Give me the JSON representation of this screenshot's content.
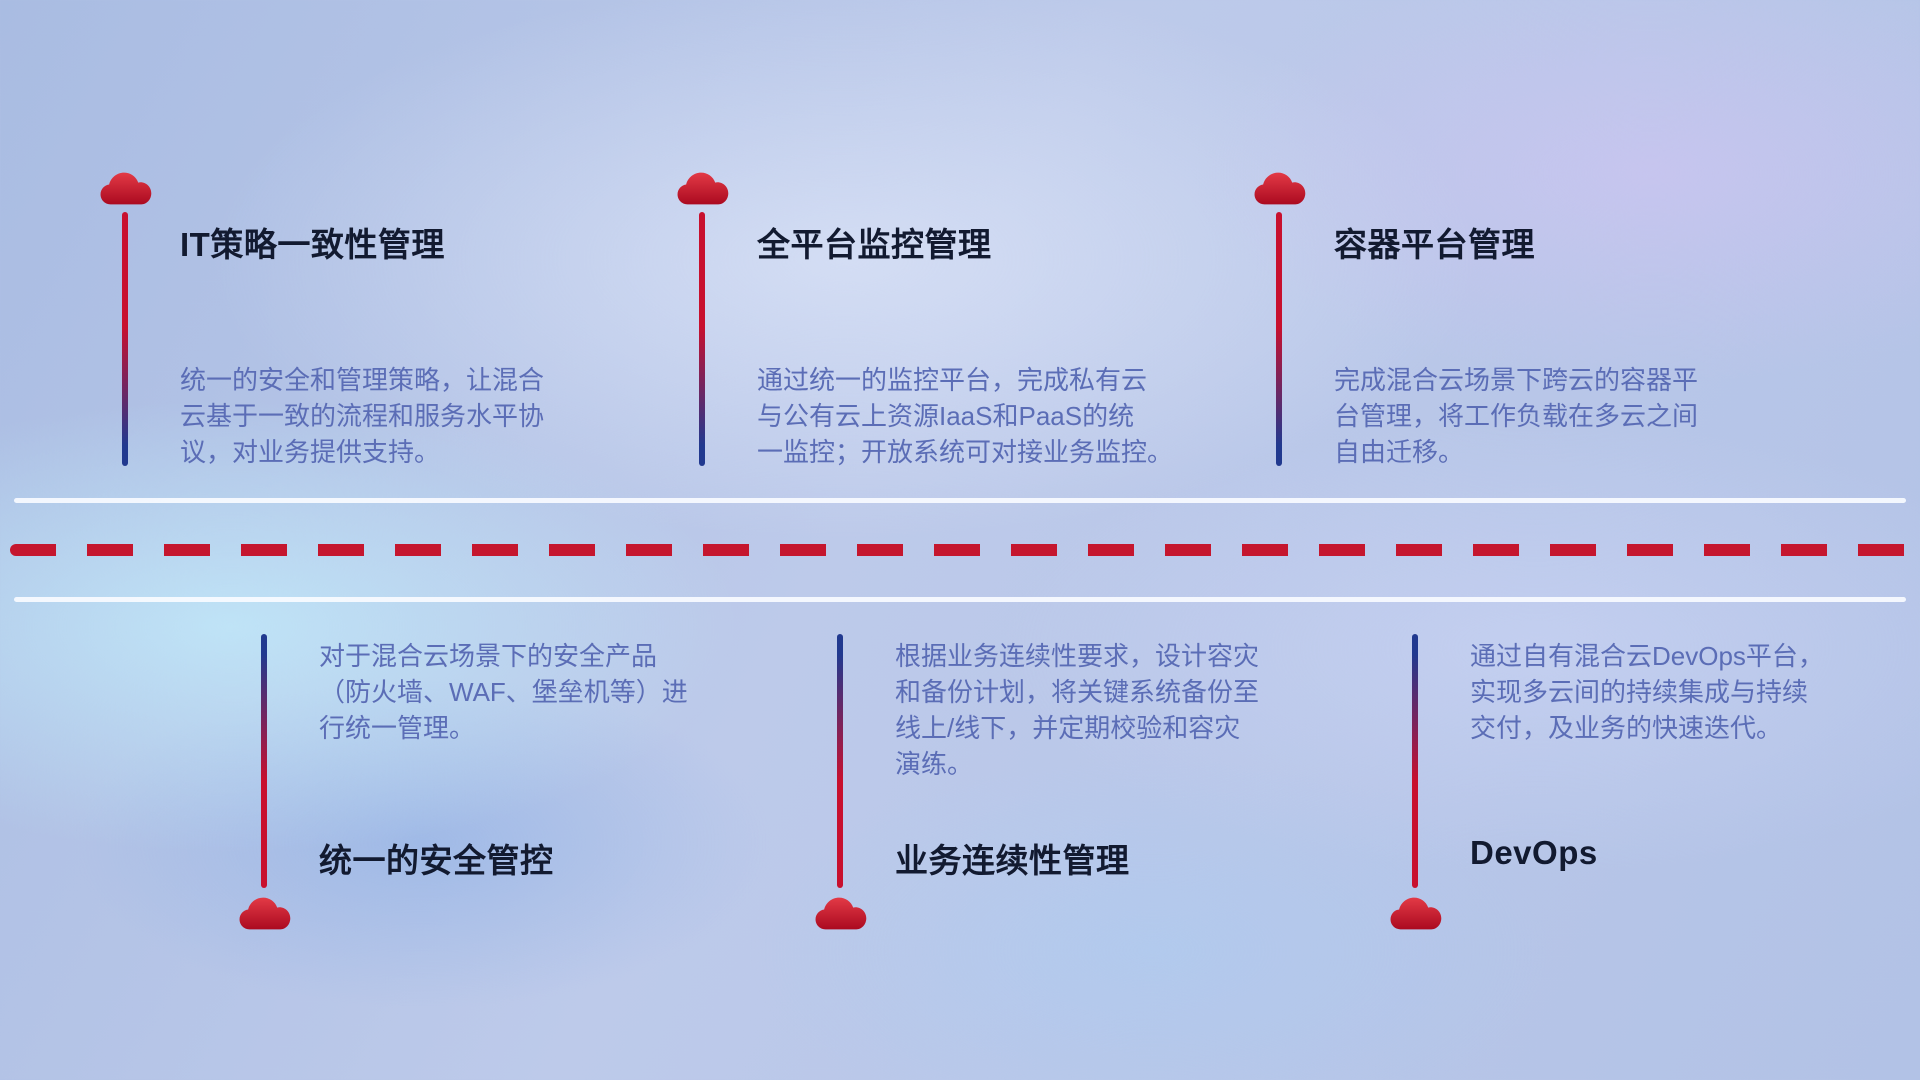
{
  "colors": {
    "accent_red": "#c8102e",
    "accent_blue": "#21398f",
    "title_text": "#121a30",
    "desc_text": "#5b6db6",
    "divider_white": "#f9fbff"
  },
  "icons": [
    "cloud-icon",
    "cloud-icon",
    "cloud-icon",
    "cloud-icon",
    "cloud-icon",
    "cloud-icon"
  ],
  "top_items": [
    {
      "title": "IT策略一致性管理",
      "desc": "统一的安全和管理策略，让混合\n云基于一致的流程和服务水平协\n议，对业务提供支持。"
    },
    {
      "title": "全平台监控管理",
      "desc": "通过统一的监控平台，完成私有云\n与公有云上资源IaaS和PaaS的统\n一监控；开放系统可对接业务监控。"
    },
    {
      "title": "容器平台管理",
      "desc": "完成混合云场景下跨云的容器平\n台管理，将工作负载在多云之间\n自由迁移。"
    }
  ],
  "bottom_items": [
    {
      "title": "统一的安全管控",
      "desc": "对于混合云场景下的安全产品\n（防火墙、WAF、堡垒机等）进\n行统一管理。"
    },
    {
      "title": "业务连续性管理",
      "desc": "根据业务连续性要求，设计容灾\n和备份计划，将关键系统备份至\n线上/线下，并定期校验和容灾\n演练。"
    },
    {
      "title": "DevOps",
      "desc": "通过自有混合云DevOps平台，\n实现多云间的持续集成与持续\n交付，及业务的快速迭代。"
    }
  ]
}
